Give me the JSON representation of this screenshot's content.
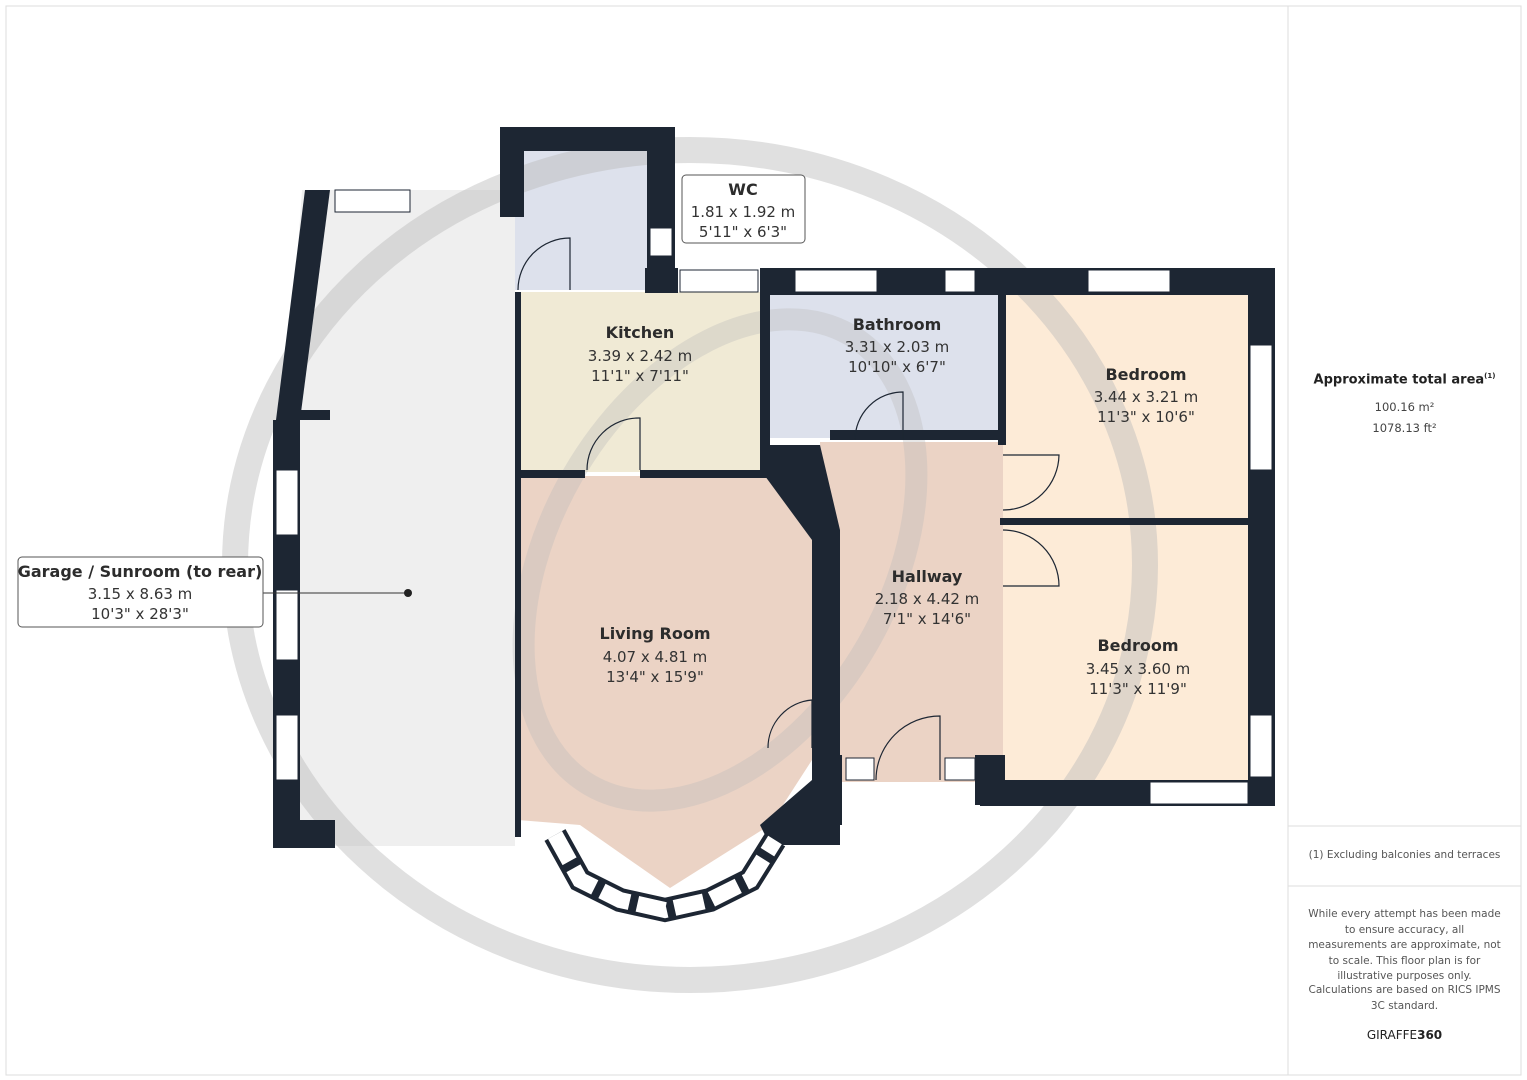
{
  "rooms": {
    "garage": {
      "name": "Garage / Sunroom (to rear)",
      "metric": "3.15 x 8.63 m",
      "imperial": "10'3\" x 28'3\""
    },
    "wc": {
      "name": "WC",
      "metric": "1.81 x 1.92 m",
      "imperial": "5'11\" x 6'3\""
    },
    "kitchen": {
      "name": "Kitchen",
      "metric": "3.39 x 2.42 m",
      "imperial": "11'1\" x 7'11\""
    },
    "bathroom": {
      "name": "Bathroom",
      "metric": "3.31 x 2.03 m",
      "imperial": "10'10\" x 6'7\""
    },
    "bedroom1": {
      "name": "Bedroom",
      "metric": "3.44 x 3.21 m",
      "imperial": "11'3\" x 10'6\""
    },
    "hallway": {
      "name": "Hallway",
      "metric": "2.18 x 4.42 m",
      "imperial": "7'1\" x 14'6\""
    },
    "living": {
      "name": "Living Room",
      "metric": "4.07 x 4.81 m",
      "imperial": "13'4\" x 15'9\""
    },
    "bedroom2": {
      "name": "Bedroom",
      "metric": "3.45 x 3.60 m",
      "imperial": "11'3\" x 11'9\""
    }
  },
  "panel": {
    "area_title": "Approximate total area",
    "area_footnote_mark": "(1)",
    "area_m2": "100.16 m²",
    "area_ft2": "1078.13 ft²",
    "footnote": "(1) Excluding balconies and terraces",
    "disclaimer": "While every attempt has been made to ensure accuracy, all measurements are approximate, not to scale. This floor plan is for illustrative purposes only.",
    "calculations": "Calculations are based on RICS IPMS 3C standard.",
    "brand_light": "GIRAFFE",
    "brand_bold": "360"
  },
  "colors": {
    "wall": "#1d2633",
    "garage": "#efefef",
    "wet": "#dde1ec",
    "kitchen": "#f0ead5",
    "living": "#ebd3c5",
    "bedroom": "#fdebd7"
  }
}
